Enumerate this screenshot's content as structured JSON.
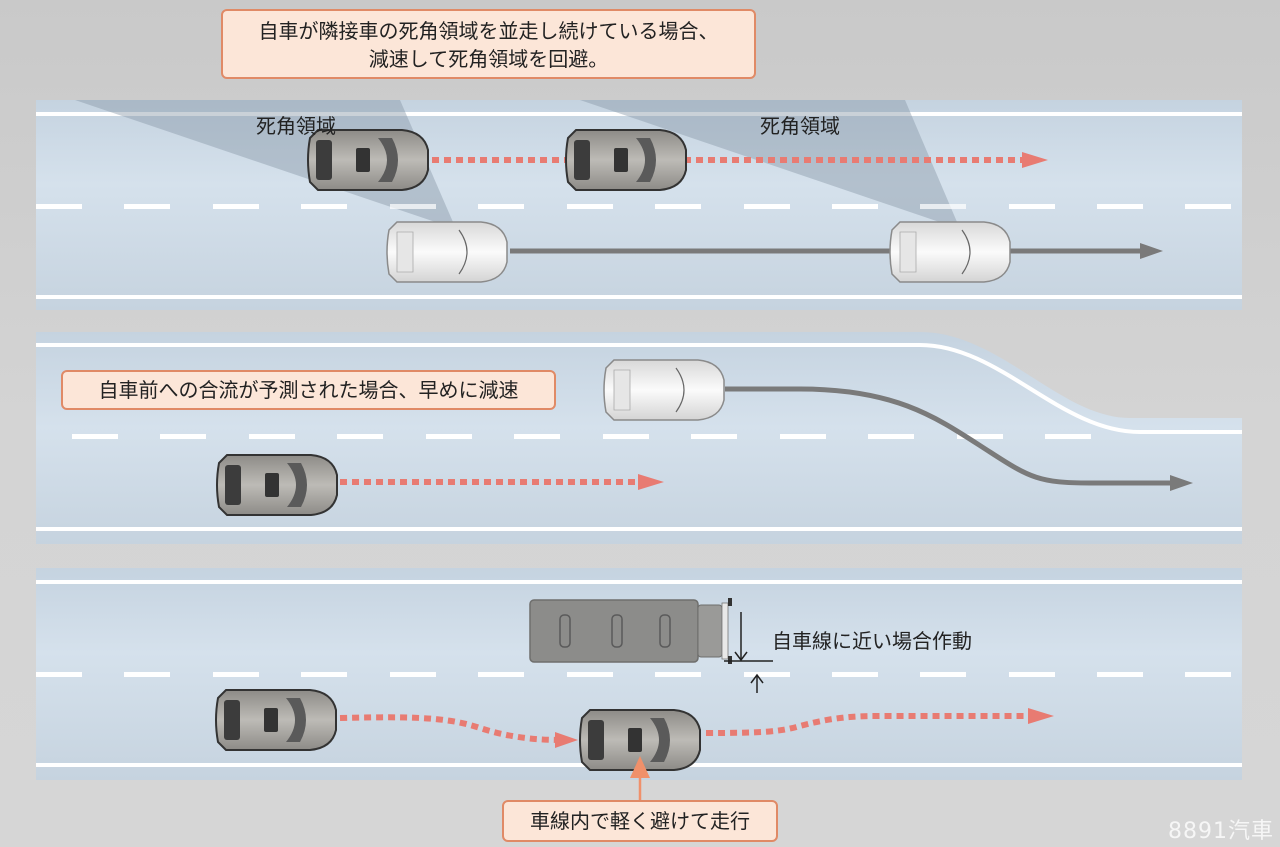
{
  "top_callout": {
    "line1": "自車が隣接車の死角領域を並走し続けている場合、",
    "line2": "減速して死角領域を回避。"
  },
  "scene1": {
    "blind_spot_label_left": "死角領域",
    "blind_spot_label_right": "死角領域"
  },
  "scene2": {
    "callout": "自車前への合流が予測された場合、早めに減速"
  },
  "scene3": {
    "truck_label": "自車線に近い場合作動",
    "bottom_callout": "車線内で軽く避けて走行"
  },
  "watermark": "8891汽車",
  "colors": {
    "callout_bg": "#fce6d8",
    "callout_border": "#e08a66",
    "ego_path": "#e87b72",
    "other_path": "#7a7a7a",
    "road": "#d0dce8",
    "blind_spot": "#8a98a8"
  }
}
